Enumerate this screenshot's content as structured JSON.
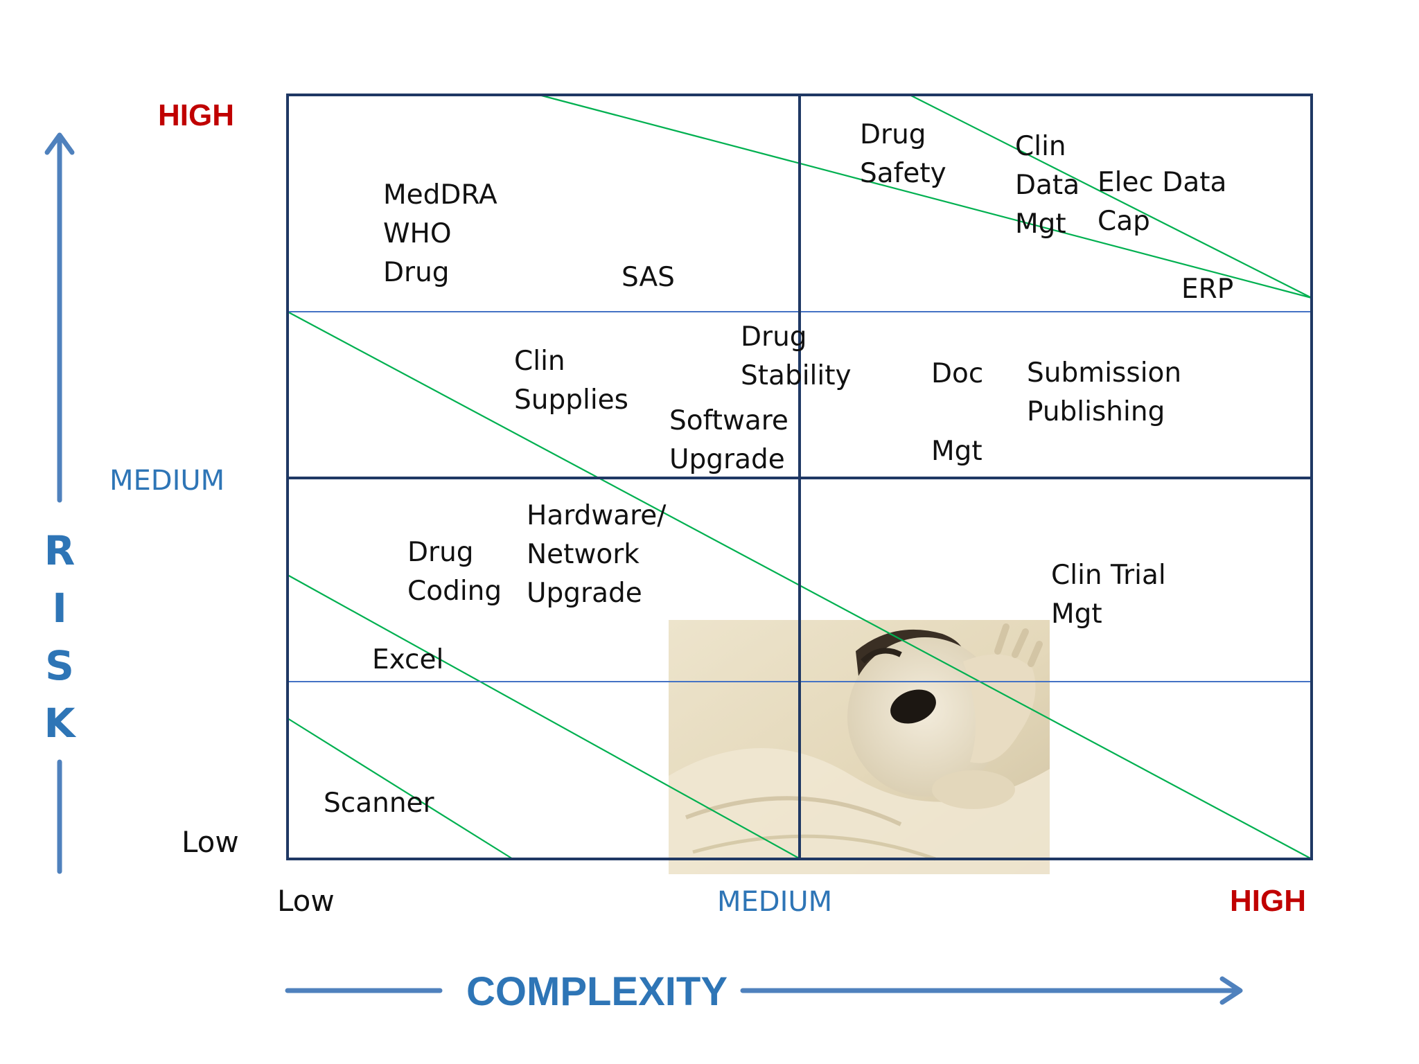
{
  "colors": {
    "high": "#c00000",
    "medium": "#2e75b6",
    "axis": "#4f81bd",
    "grid_major": "#1f3864",
    "grid_minor": "#4472c4",
    "diagonal": "#00b050",
    "text": "#111111"
  },
  "risk_axis": {
    "title_letters": [
      "R",
      "I",
      "S",
      "K"
    ],
    "high": "HIGH",
    "medium": "MEDIUM",
    "low": "Low"
  },
  "complexity_axis": {
    "title": "COMPLEXITY",
    "low": "Low",
    "medium": "MEDIUM",
    "high": "HIGH"
  },
  "items": {
    "meddra": [
      "MedDRA",
      "WHO",
      "Drug"
    ],
    "sas": [
      "SAS"
    ],
    "drug_safety": [
      "Drug",
      "Safety"
    ],
    "clin_data_mgt": [
      "Clin",
      "Data",
      "Mgt"
    ],
    "elec_data_cap": [
      "Elec Data",
      "Cap"
    ],
    "erp": [
      "ERP"
    ],
    "clin_supplies": [
      "Clin",
      "Supplies"
    ],
    "drug_stability": [
      "Drug",
      "Stability"
    ],
    "software_upgrade": [
      "Software",
      "Upgrade"
    ],
    "doc_mgt": [
      "Doc",
      "Mgt"
    ],
    "submission_publishing": [
      "Submission",
      "Publishing"
    ],
    "drug_coding": [
      "Drug",
      "Coding"
    ],
    "hardware_network": [
      "Hardware/",
      "Network",
      "Upgrade"
    ],
    "clin_trial_mgt": [
      "Clin Trial",
      "Mgt"
    ],
    "excel": [
      "Excel"
    ],
    "scanner": [
      "Scanner"
    ]
  },
  "photo": {
    "icon": "sleeping-baby-photo"
  }
}
